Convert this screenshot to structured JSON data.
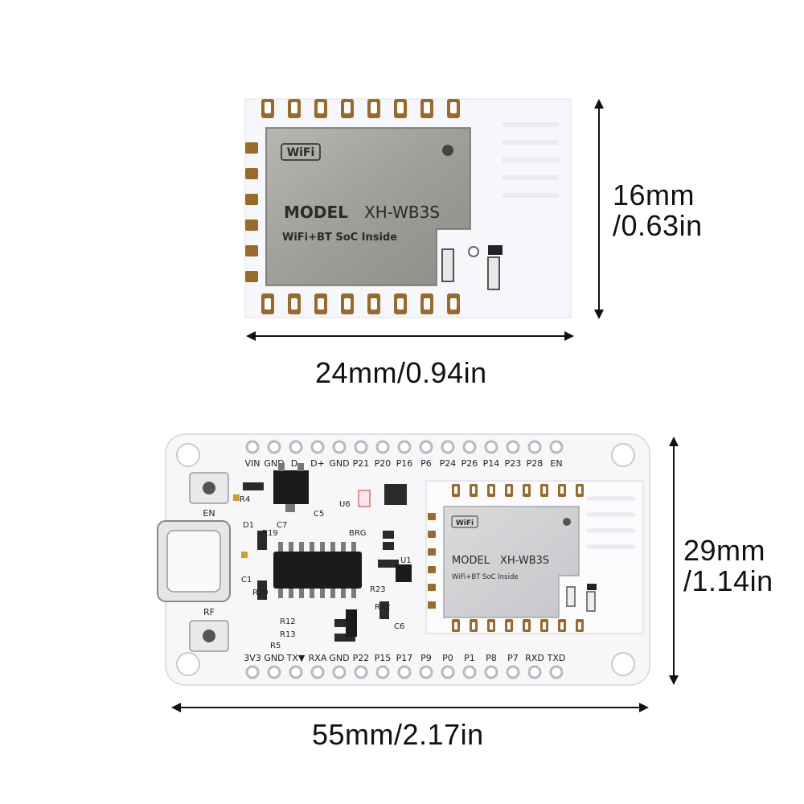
{
  "module": {
    "logo": "WiFi",
    "model_label": "MODEL",
    "model_name": "XH-WB3S",
    "subtitle": "WiFi+BT SoC Inside",
    "dim_height_mm": "16mm",
    "dim_height_in": "/0.63in",
    "dim_width": "24mm/0.94in"
  },
  "board": {
    "top_pins": [
      "VIN",
      "GND",
      "D-",
      "D+",
      "GND",
      "P21",
      "P20",
      "P16",
      "P6",
      "P24",
      "P26",
      "P14",
      "P23",
      "P28",
      "EN"
    ],
    "bottom_pins": [
      "3V3",
      "GND",
      "TX▼",
      "RXA",
      "GND",
      "P22",
      "P15",
      "P17",
      "P9",
      "P0",
      "P1",
      "P8",
      "P7",
      "RXD",
      "TXD"
    ],
    "buttons": [
      "EN",
      "RF"
    ],
    "components": [
      "R4",
      "D1",
      "R19",
      "C7",
      "C5",
      "U6",
      "BRG",
      "C1",
      "R20",
      "U1",
      "R23",
      "R22",
      "C6",
      "R12",
      "R13",
      "R5"
    ],
    "dim_height_mm": "29mm",
    "dim_height_in": "/1.14in",
    "dim_width": "55mm/2.17in"
  },
  "colors": {
    "pcb": "#f7f7f9",
    "shield": "#a3a19c",
    "pad": "#9a6a2a",
    "chip": "#1b1b1b"
  }
}
